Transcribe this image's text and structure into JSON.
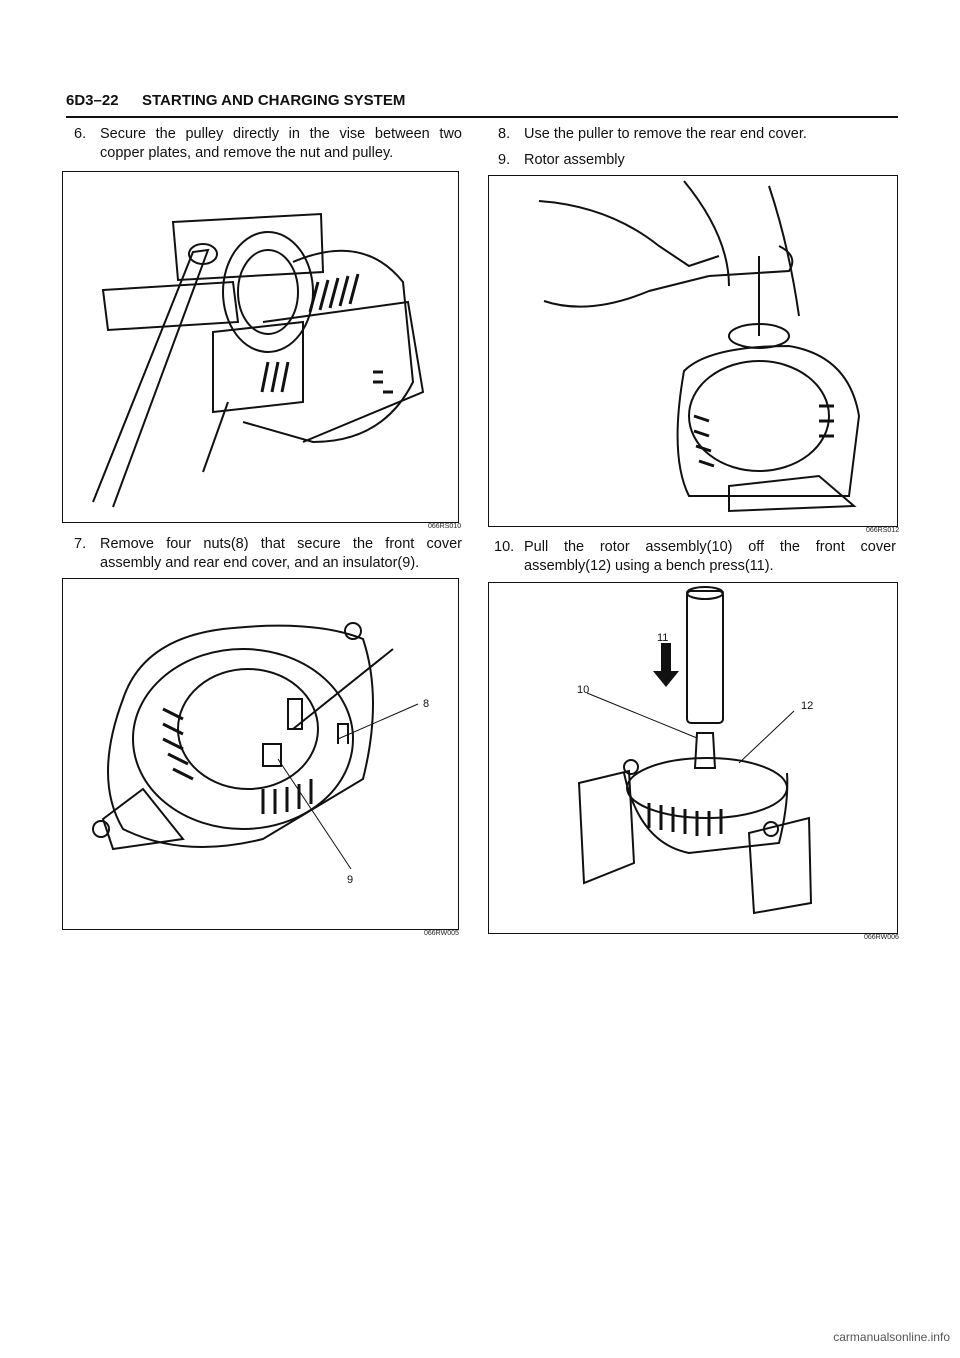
{
  "header": {
    "page_number": "6D3–22",
    "section_title": "STARTING AND CHARGING SYSTEM"
  },
  "left": {
    "step6": {
      "num": "6.",
      "text": "Secure the pulley directly in the vise between two copper plates, and remove the nut and pulley."
    },
    "fig1_code": "066RS010",
    "step7": {
      "num": "7.",
      "text": "Remove four nuts(8) that secure the front cover assembly and rear end cover, and an insulator(9)."
    },
    "fig2": {
      "code": "066RW005",
      "callout_8": "8",
      "callout_9": "9"
    }
  },
  "right": {
    "step8": {
      "num": "8.",
      "text": "Use the puller to remove the rear end cover."
    },
    "step9": {
      "num": "9.",
      "text": "Rotor assembly"
    },
    "fig3_code": "066RS012",
    "step10": {
      "num": "10.",
      "text": "Pull the rotor assembly(10) off the front cover assembly(12) using a bench press(11)."
    },
    "fig4": {
      "code": "066RW006",
      "callout_10": "10",
      "callout_11": "11",
      "callout_12": "12"
    }
  },
  "footer": {
    "watermark": "carmanualsonline.info"
  }
}
